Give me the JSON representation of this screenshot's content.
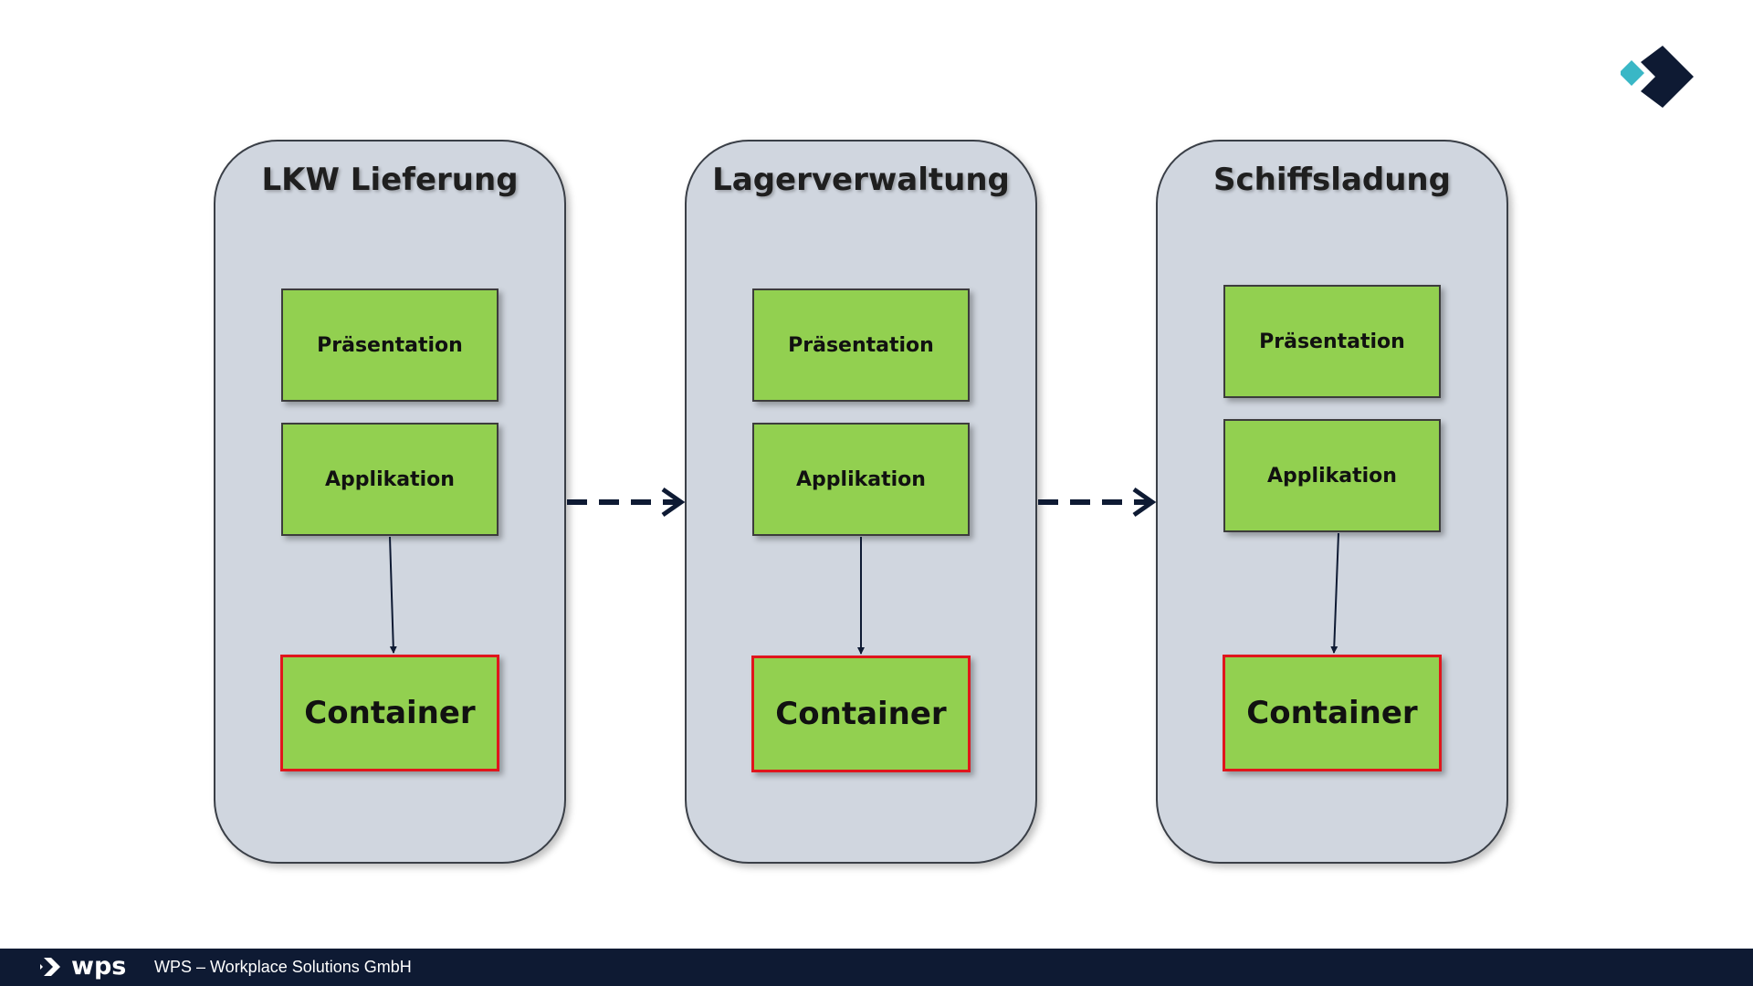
{
  "logo": {
    "name": "wps-chevron-logo",
    "colors": {
      "dark": "#0e1a33",
      "accent": "#39b7c6"
    }
  },
  "columns": [
    {
      "title": "LKW Lieferung",
      "layers": [
        "Präsentation",
        "Applikation"
      ],
      "container": "Container"
    },
    {
      "title": "Lagerverwaltung",
      "layers": [
        "Präsentation",
        "Applikation"
      ],
      "container": "Container"
    },
    {
      "title": "Schiffsladung",
      "layers": [
        "Präsentation",
        "Applikation"
      ],
      "container": "Container"
    }
  ],
  "flow_arrows": {
    "style": "dashed",
    "color": "#0e1a33"
  },
  "colors": {
    "column_fill": "#d0d6df",
    "layer_fill": "#92d050",
    "container_border": "#e0161c"
  },
  "footer": {
    "brand": "wps",
    "company": "WPS – Workplace Solutions GmbH"
  }
}
